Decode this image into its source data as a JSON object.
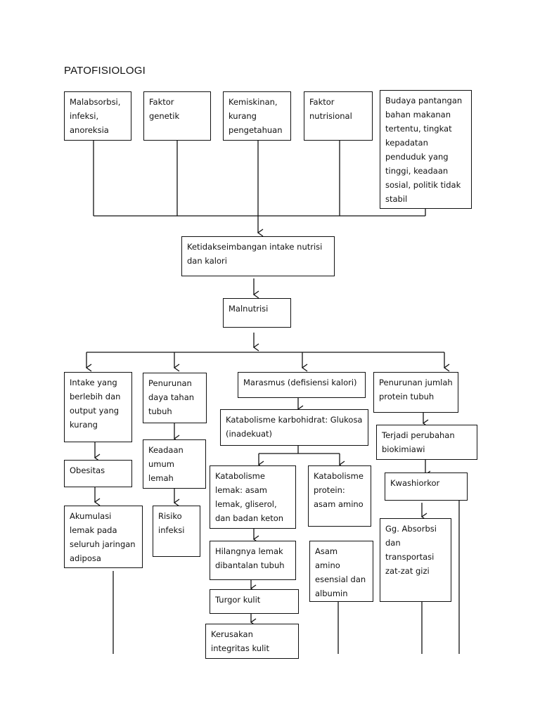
{
  "title": "PATOFISIOLOGI",
  "boxes": {
    "malabsorbsi": "Malabsorbsi,\ninfeksi,\nanoreksia",
    "genetik": "Faktor\ngenetik",
    "kemiskinan": "Kemiskinan,\nkurang\npengetahuan",
    "nutrisional": "Faktor\nnutrisional",
    "budaya": "Budaya pantangan\nbahan makanan\ntertentu, tingkat\nkepadatan\npenduduk yang\ntinggi, keadaan\nsosial, politik tidak\nstabil",
    "ketidakseimbangan": "Ketidakseimbangan intake nutrisi\ndan kalori",
    "malnutrisi": "Malnutrisi",
    "intake": "Intake yang\nberlebih dan\noutput yang\nkurang",
    "penurunan_daya": "Penurunan\ndaya tahan\ntubuh",
    "marasmus": "Marasmus (defisiensi kalori)",
    "penurunan_protein": "Penurunan jumlah\nprotein tubuh",
    "obesitas": "Obesitas",
    "keadaan": "Keadaan\numum\nlemah",
    "katabolisme_karbo": "Katabolisme karbohidrat: Glukosa\n(inadekuat)",
    "perubahan": "Terjadi perubahan\nbiokimiawi",
    "akumulasi": "Akumulasi\nlemak pada\nseluruh jaringan\nadiposa",
    "risiko": "Risiko\ninfeksi",
    "katabolisme_lemak": "Katabolisme\nlemak: asam\nlemak, gliserol,\ndan badan keton",
    "katabolisme_protein": "Katabolisme\nprotein:\nasam amino",
    "kwashiorkor": "Kwashiorkor",
    "absorbsi": "Gg. Absorbsi\ndan\ntransportasi\nzat-zat gizi",
    "hilangnya": "Hilangnya lemak\ndibantalan tubuh",
    "asam_amino": "   Asam\namino\nesensial dan\nalbumin",
    "turgor": "Turgor kulit",
    "kerusakan": "Kerusakan\nintegritas kulit"
  }
}
